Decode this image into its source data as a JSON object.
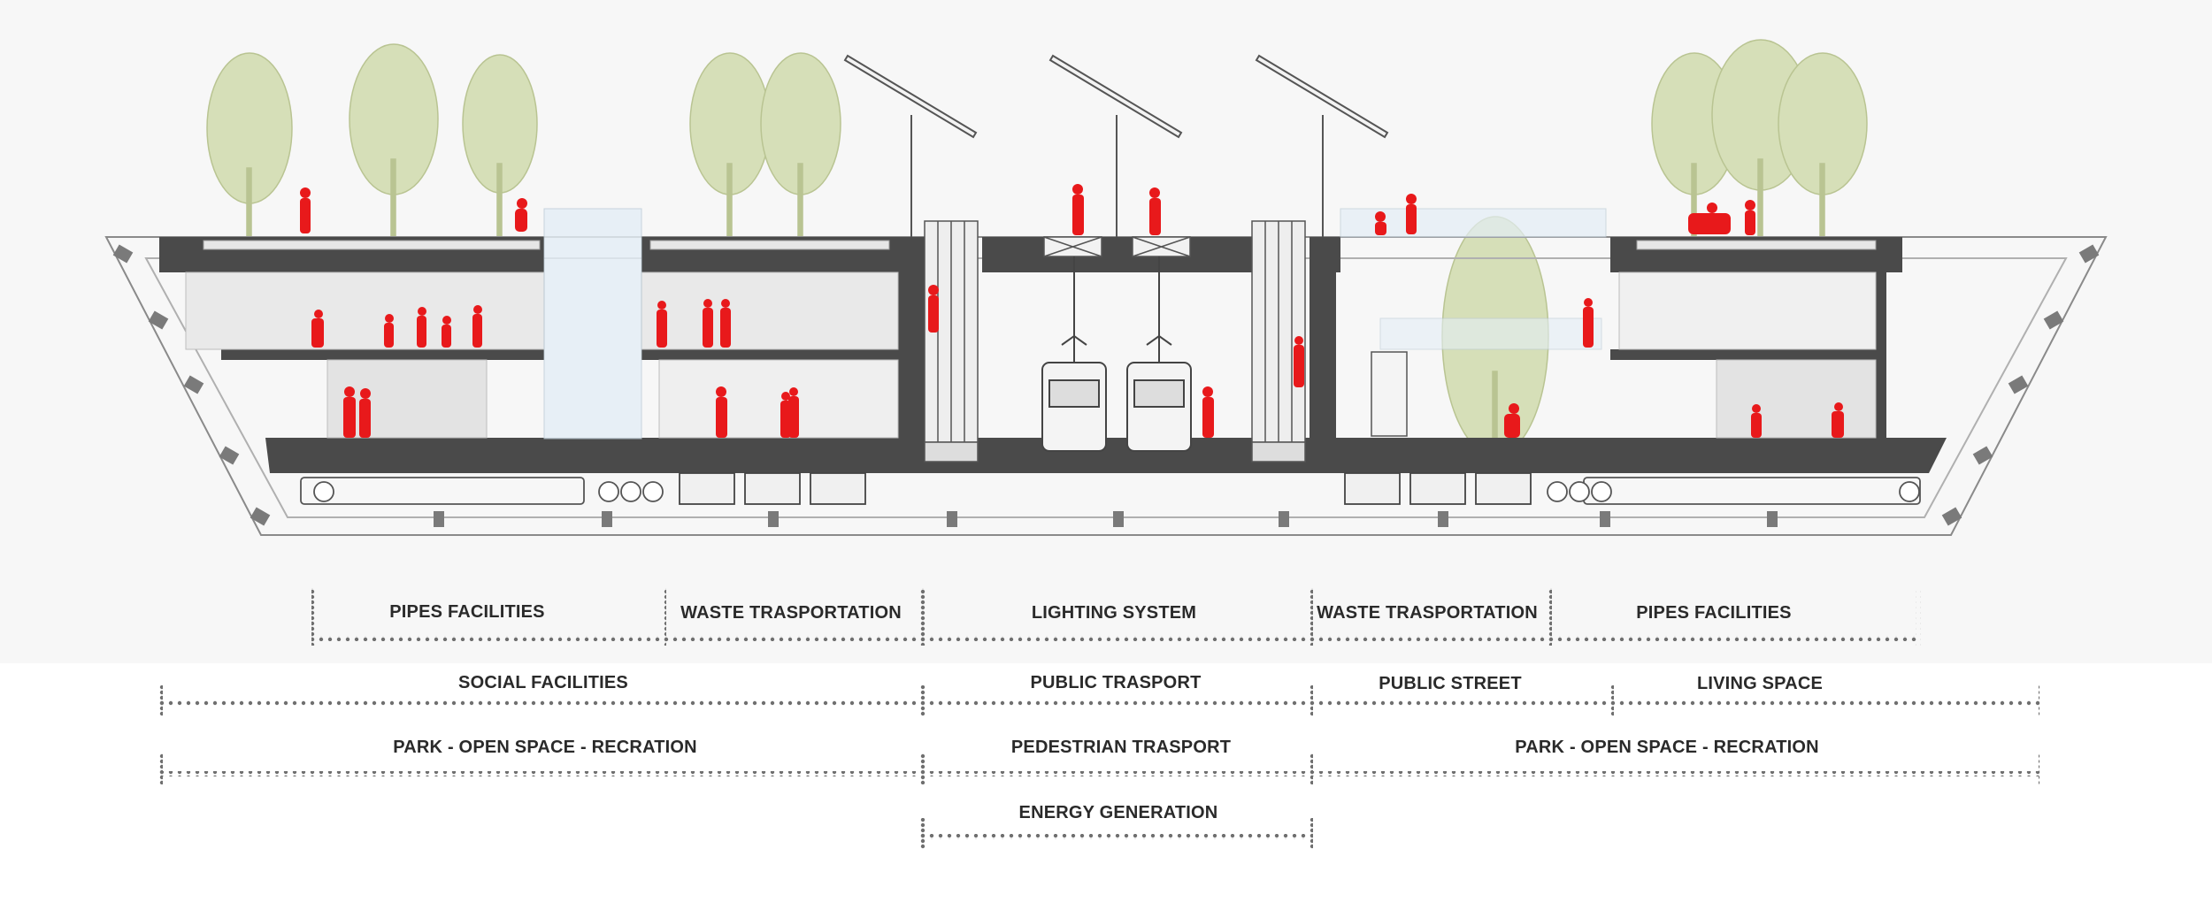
{
  "diagram": {
    "colors": {
      "background_top": "#f7f7f7",
      "slab": "#4a4a4a",
      "people": "#e8191b",
      "trees": "#cfd8b0",
      "dots": "#6f6f6f",
      "text": "#2a2a2a"
    },
    "rows": [
      {
        "segments": [
          {
            "label": "PIPES FACILITIES"
          },
          {
            "label": "WASTE TRASPORTATION"
          },
          {
            "label": "LIGHTING SYSTEM"
          },
          {
            "label": "WASTE TRASPORTATION"
          },
          {
            "label": "PIPES FACILITIES"
          }
        ]
      },
      {
        "segments": [
          {
            "label": "SOCIAL FACILITIES"
          },
          {
            "label": "PUBLIC TRASPORT"
          },
          {
            "label": "PUBLIC STREET"
          },
          {
            "label": "LIVING SPACE"
          }
        ]
      },
      {
        "segments": [
          {
            "label": "PARK - OPEN SPACE - RECRATION"
          },
          {
            "label": "PEDESTRIAN TRASPORT"
          },
          {
            "label": "PARK - OPEN SPACE - RECRATION"
          }
        ]
      },
      {
        "segments": [
          {
            "label": "ENERGY GENERATION"
          }
        ]
      }
    ]
  }
}
